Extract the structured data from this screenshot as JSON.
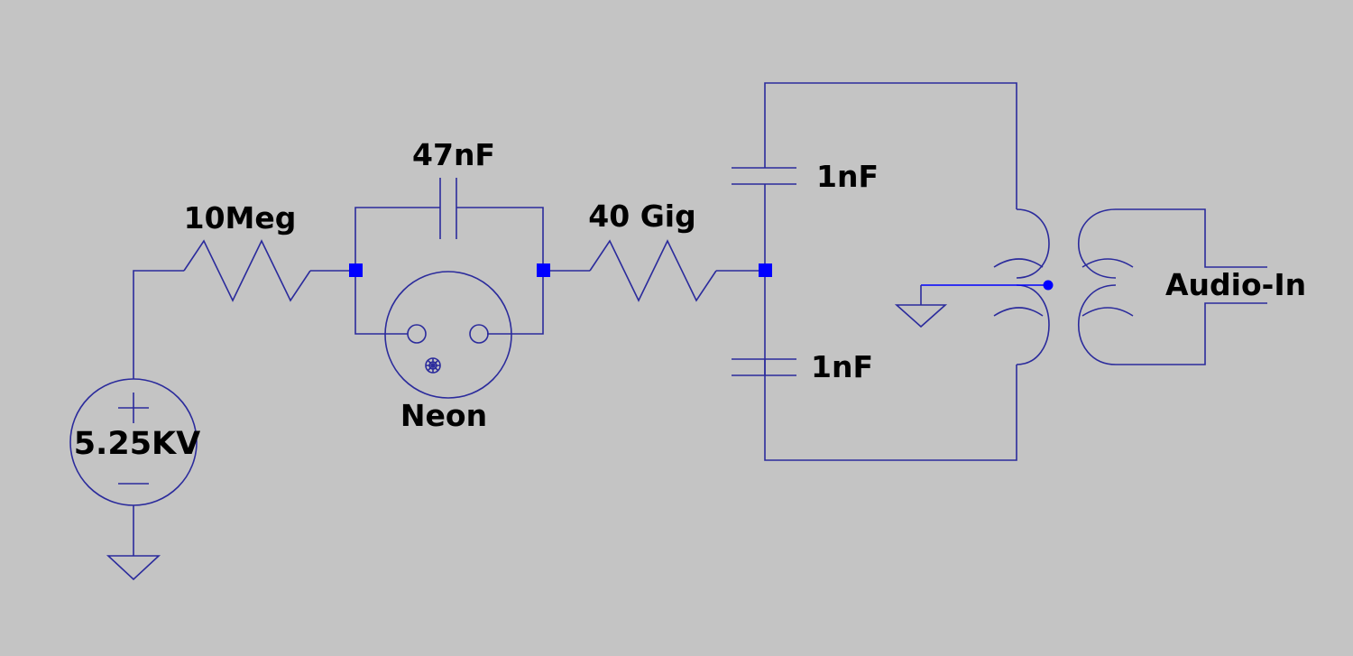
{
  "colors": {
    "background": "#c4c4c4",
    "wire": "#2b2b9c",
    "junction": "#0000ff",
    "label": "#000000"
  },
  "components": {
    "voltage_source": {
      "label": "5.25KV"
    },
    "resistor_1": {
      "label": "10Meg"
    },
    "capacitor_bridge": {
      "label": "47nF"
    },
    "neon_lamp": {
      "label": "Neon"
    },
    "resistor_2": {
      "label": "40 Gig"
    },
    "capacitor_top": {
      "label": "1nF"
    },
    "capacitor_bottom": {
      "label": "1nF"
    },
    "transformer_input": {
      "label": "Audio-In"
    }
  }
}
